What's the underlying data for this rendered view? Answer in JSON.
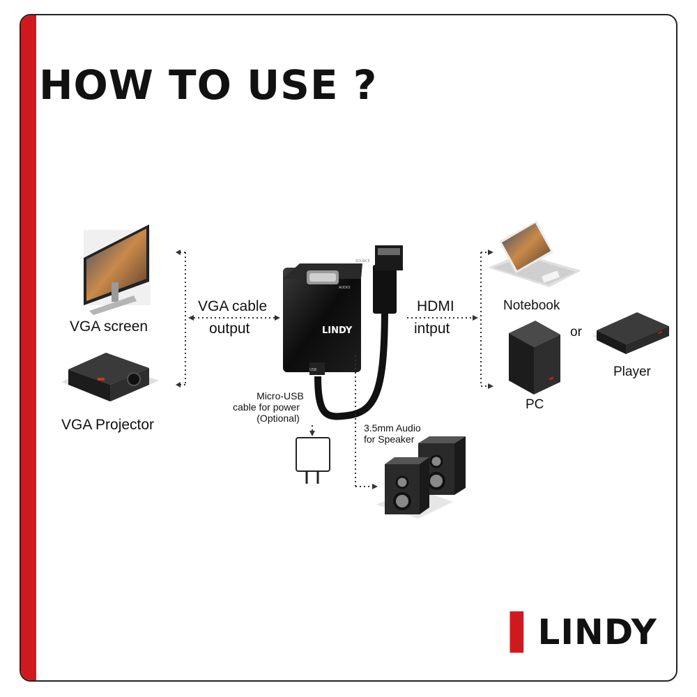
{
  "title": "HOW TO USE ?",
  "left": {
    "device1_label": "VGA screen",
    "device2_label": "VGA Projector",
    "cable_label_line1": "VGA cable",
    "cable_label_line2": "output"
  },
  "right": {
    "cable_label_line1": "HDMI",
    "cable_label_line2": "intput",
    "device1_label": "Notebook",
    "device2_label": "PC",
    "or_label": "or",
    "device3_label": "Player"
  },
  "bottom": {
    "power_line1": "Micro-USB",
    "power_line2": "cable for power",
    "power_line3": "(Optional)",
    "audio_line1": "3.5mm Audio",
    "audio_line2": "for Speaker"
  },
  "adapter": {
    "brand": "LINDY",
    "port_top_label": "AUDIO",
    "port_right_label": "SOURCE",
    "usb_label": "USB"
  },
  "logo": {
    "text": "LINDY"
  },
  "colors": {
    "accent": "#d0191f",
    "ink": "#111111"
  }
}
